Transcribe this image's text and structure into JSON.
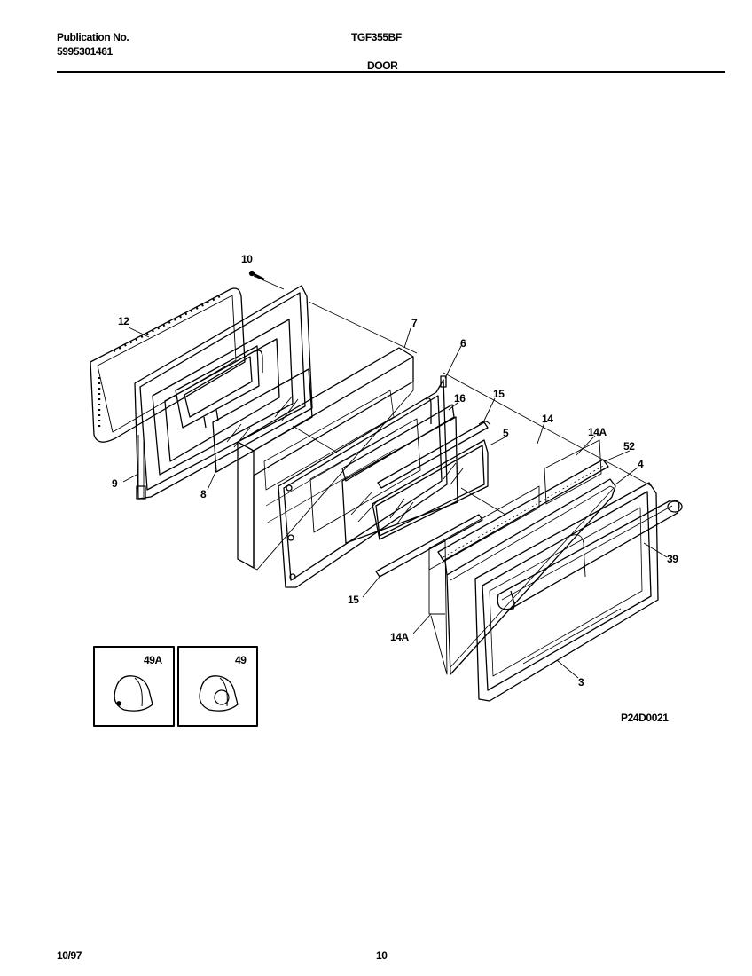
{
  "header": {
    "publication_label": "Publication No.",
    "publication_number": "5995301461",
    "model": "TGF355BF",
    "section": "DOOR"
  },
  "diagram": {
    "drawing_id": "P24D0021",
    "callouts": {
      "c10": "10",
      "c12": "12",
      "c7": "7",
      "c6": "6",
      "c16": "16",
      "c15a": "15",
      "c5": "5",
      "c14": "14",
      "c14a_top": "14A",
      "c52": "52",
      "c4": "4",
      "c39": "39",
      "c9": "9",
      "c8": "8",
      "c15b": "15",
      "c14a_bottom": "14A",
      "c3": "3"
    },
    "inset_labels": {
      "knob_a": "49A",
      "knob_b": "49"
    }
  },
  "footer": {
    "date": "10/97",
    "page_number": "10"
  }
}
